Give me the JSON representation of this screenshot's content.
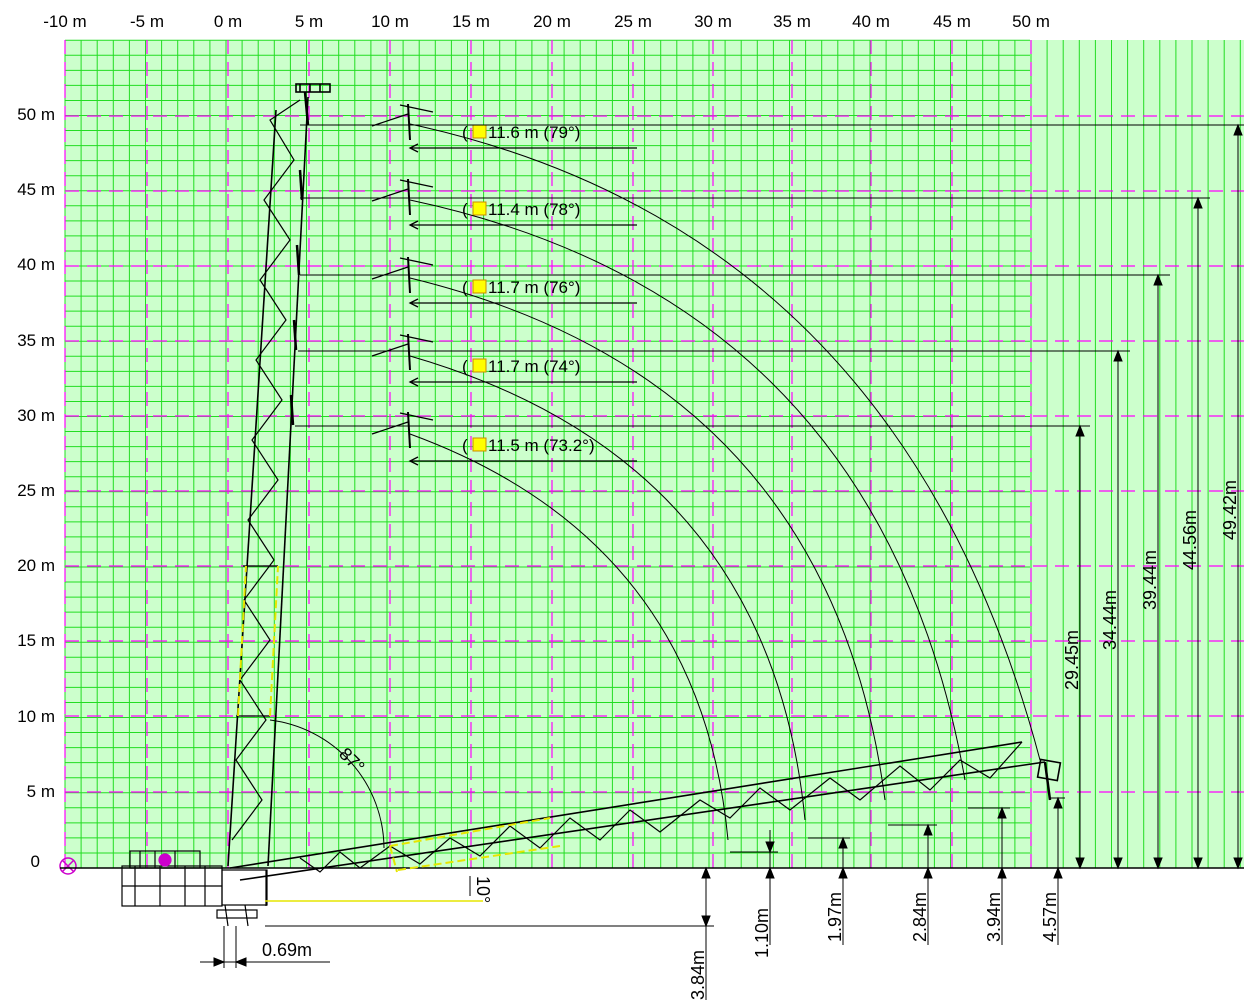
{
  "axes": {
    "x_labels": [
      "-10 m",
      "-5 m",
      "0 m",
      "5 m",
      "10 m",
      "15 m",
      "20 m",
      "25 m",
      "30 m",
      "35 m",
      "40 m",
      "45 m",
      "50 m"
    ],
    "y_labels": [
      "0",
      "5 m",
      "10 m",
      "15 m",
      "20 m",
      "25 m",
      "30 m",
      "35 m",
      "40 m",
      "45 m",
      "50 m"
    ]
  },
  "tip_positions": [
    {
      "label": "11.6 m (79°)"
    },
    {
      "label": "11.4 m (78°)"
    },
    {
      "label": "11.7 m (76°)"
    },
    {
      "label": "11.7 m (74°)"
    },
    {
      "label": "11.5 m (73.2°)"
    }
  ],
  "heights": [
    "29.45m",
    "34.44m",
    "39.44m",
    "44.56m",
    "49.42m"
  ],
  "below_ground": [
    "3.84m"
  ],
  "hook_heights": [
    "1.10m",
    "1.97m",
    "2.84m",
    "3.94m",
    "4.57m"
  ],
  "angles": {
    "vertical": "87°",
    "horizontal": "10°"
  },
  "offset": "0.69m",
  "colors": {
    "grid_minor": "#22dd22",
    "grid_major": "#ff00ff",
    "background": "#ccffcc",
    "highlight": "#ffff00",
    "structure": "#000000",
    "boom_accent": "#e6e600"
  }
}
